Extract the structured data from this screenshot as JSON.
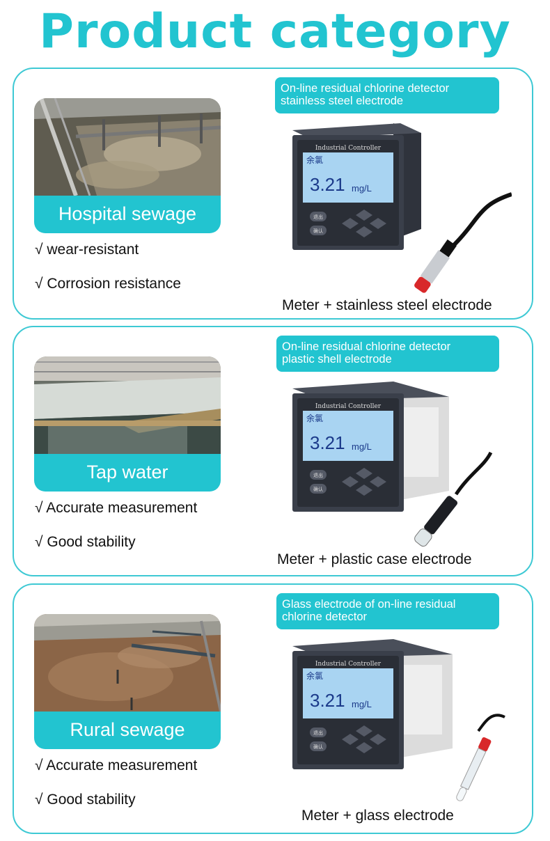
{
  "page_title": "Product category",
  "meter_display": {
    "brand": "Industrial Controller",
    "param": "余氯",
    "value": "3.21",
    "unit": "mg/L",
    "btn1": "退出",
    "btn2": "确认"
  },
  "products": [
    {
      "scene": "Hospital sewage",
      "features": [
        "√ wear-resistant",
        "√ Corrosion resistance"
      ],
      "tag_line1": "On-line residual chlorine detector",
      "tag_line2": "stainless steel electrode",
      "caption": "Meter + stainless steel electrode",
      "electrode": "stainless-steel-electrode"
    },
    {
      "scene": "Tap water",
      "features": [
        "√ Accurate measurement",
        "√ Good stability"
      ],
      "tag_line1": "On-line residual chlorine detector",
      "tag_line2": "plastic shell electrode",
      "caption": "Meter + plastic case electrode",
      "electrode": "plastic-case-electrode"
    },
    {
      "scene": "Rural sewage",
      "features": [
        "√ Accurate measurement",
        "√ Good stability"
      ],
      "tag_line1": "Glass electrode of on-line residual",
      "tag_line2": "chlorine detector",
      "caption": "Meter + glass electrode",
      "electrode": "glass-electrode"
    }
  ],
  "colors": {
    "accent": "#22c4d0",
    "border": "#3ec9d4",
    "meter_body": "#3a3f4a",
    "lcd": "#a9d4f2"
  }
}
